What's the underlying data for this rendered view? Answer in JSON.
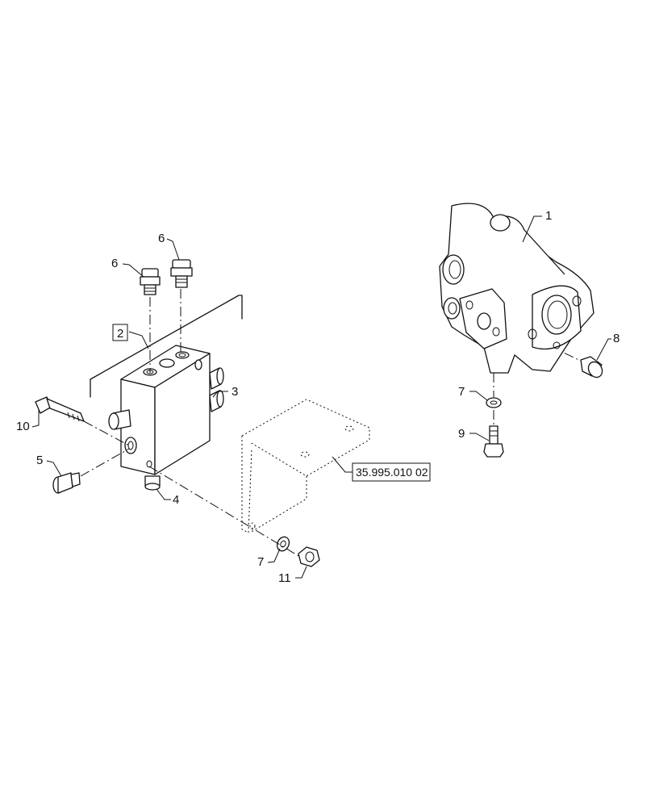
{
  "callouts": {
    "c1": "1",
    "c2": "2",
    "c3": "3",
    "c4": "4",
    "c5": "5",
    "c6a": "6",
    "c6b": "6",
    "c7a": "7",
    "c7b": "7",
    "c8": "8",
    "c9": "9",
    "c10": "10",
    "c11": "11"
  },
  "reference": {
    "bracket_ref": "35.995.010 02"
  }
}
